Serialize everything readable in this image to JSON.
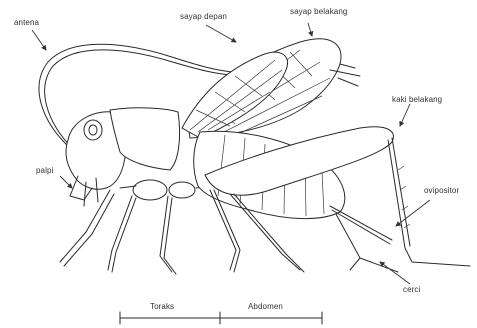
{
  "labels": {
    "antena": "antena",
    "sayap_depan": "sayap depan",
    "sayap_belakang": "sayap belakang",
    "kaki_belakang": "kaki belakang",
    "palpi": "palpi",
    "ovipositor": "ovipositor",
    "cerci": "cerci",
    "toraks": "Toraks",
    "abdomen": "Abdomen"
  }
}
